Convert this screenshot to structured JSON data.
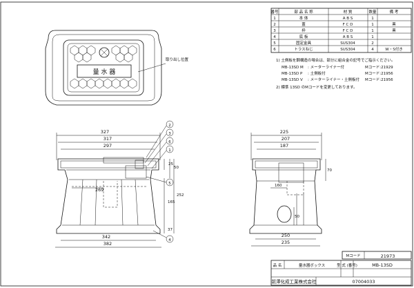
{
  "parts_table": {
    "headers": [
      "番号",
      "部 品 名 称",
      "材 質",
      "数量",
      "備 考"
    ],
    "rows": [
      {
        "no": "1",
        "name": "本 体",
        "material": "A B S",
        "qty": "1",
        "note": ""
      },
      {
        "no": "2",
        "name": "蓋",
        "material": "F C D",
        "qty": "1",
        "note": "黒"
      },
      {
        "no": "3",
        "name": "枠",
        "material": "F C D",
        "qty": "1",
        "note": "黒"
      },
      {
        "no": "4",
        "name": "底 板",
        "material": "A B S",
        "qty": "1",
        "note": ""
      },
      {
        "no": "5",
        "name": "固定金具",
        "material": "SUS304",
        "qty": "2",
        "note": ""
      },
      {
        "no": "6",
        "name": "トラスねじ",
        "material": "SUS304",
        "qty": "4",
        "note": "W・S付き"
      }
    ]
  },
  "notes": {
    "note1_intro": "1) 土側板を鋼構造の場合は、部分に組合金の記号でご指示ください。",
    "variants": [
      {
        "model": "MB-13SD M",
        "desc": ": メーターライナー付",
        "code": "Mコード:21929"
      },
      {
        "model": "MB-13SD P",
        "desc": ": 土側板付",
        "code": "Mコード:21956"
      },
      {
        "model": "MB-13SD V",
        "desc": ": メーターライナー・土側板付",
        "code": "Mコード:21956"
      }
    ],
    "note2": "2) 標準 13SD のMコードを変更しております。"
  },
  "top_view": {
    "lid_text": "量 水 器",
    "label_callout": "取り出し位置"
  },
  "front_view": {
    "dims": {
      "w327": "327",
      "w317": "317",
      "w297": "297",
      "w342": "342",
      "w382": "382",
      "h25": "25",
      "h50": "50",
      "h165": "165",
      "h252": "252",
      "h37": "37",
      "d269": "269"
    },
    "balloons": [
      "2",
      "3",
      "6",
      "1",
      "5",
      "4"
    ]
  },
  "side_view": {
    "dims": {
      "w225": "225",
      "w207": "207",
      "w187": "187",
      "w250": "250",
      "w235": "235",
      "h70": "70",
      "d160": "160",
      "d50": "50"
    }
  },
  "title_block": {
    "mcode_label": "Mコード",
    "mcode_value": "21973",
    "name_label": "品 名",
    "name_value": "量水器ボックス",
    "model_label": "型 式 (番号)",
    "model_value": "MB-13SD",
    "company": "前澤化成工業株式会社",
    "drawing_no": "07004033"
  }
}
